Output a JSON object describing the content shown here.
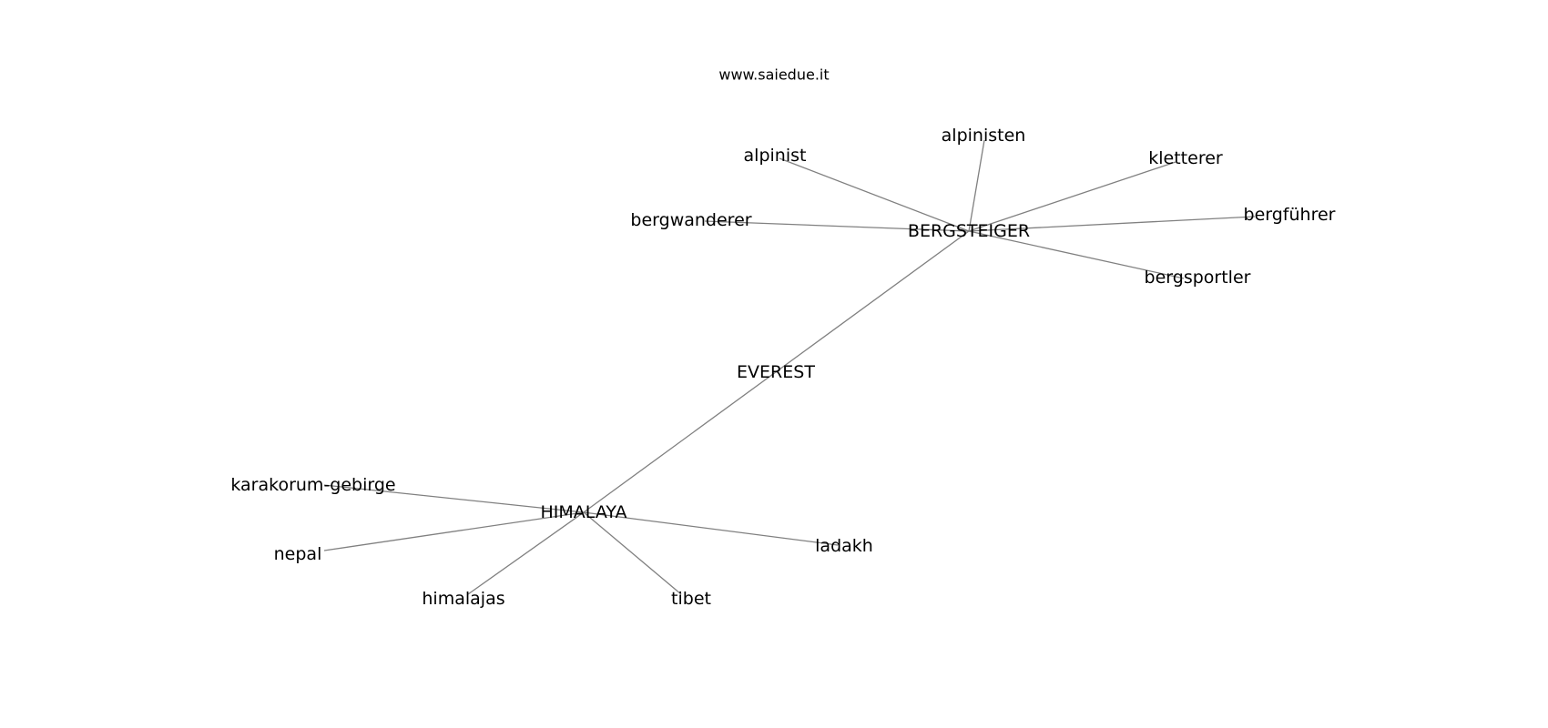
{
  "watermark": "www.saiedue.it",
  "graph": {
    "nodes": [
      {
        "id": "everest",
        "label": "EVEREST"
      },
      {
        "id": "bergsteiger",
        "label": "BERGSTEIGER"
      },
      {
        "id": "himalaya",
        "label": "HIMALAYA"
      },
      {
        "id": "alpinisten",
        "label": "alpinisten"
      },
      {
        "id": "alpinist",
        "label": "alpinist"
      },
      {
        "id": "kletterer",
        "label": "kletterer"
      },
      {
        "id": "bergwanderer",
        "label": "bergwanderer"
      },
      {
        "id": "bergfuehrer",
        "label": "bergführer"
      },
      {
        "id": "bergsportler",
        "label": "bergsportler"
      },
      {
        "id": "karakorum-gebirge",
        "label": "karakorum-gebirge"
      },
      {
        "id": "ladakh",
        "label": "ladakh"
      },
      {
        "id": "nepal",
        "label": "nepal"
      },
      {
        "id": "himalajas",
        "label": "himalajas"
      },
      {
        "id": "tibet",
        "label": "tibet"
      }
    ],
    "edges": [
      [
        "bergsteiger",
        "himalaya"
      ],
      [
        "bergsteiger",
        "alpinisten"
      ],
      [
        "bergsteiger",
        "alpinist"
      ],
      [
        "bergsteiger",
        "kletterer"
      ],
      [
        "bergsteiger",
        "bergwanderer"
      ],
      [
        "bergsteiger",
        "bergfuehrer"
      ],
      [
        "bergsteiger",
        "bergsportler"
      ],
      [
        "himalaya",
        "karakorum-gebirge"
      ],
      [
        "himalaya",
        "ladakh"
      ],
      [
        "himalaya",
        "nepal"
      ],
      [
        "himalaya",
        "himalajas"
      ],
      [
        "himalaya",
        "tibet"
      ]
    ]
  }
}
